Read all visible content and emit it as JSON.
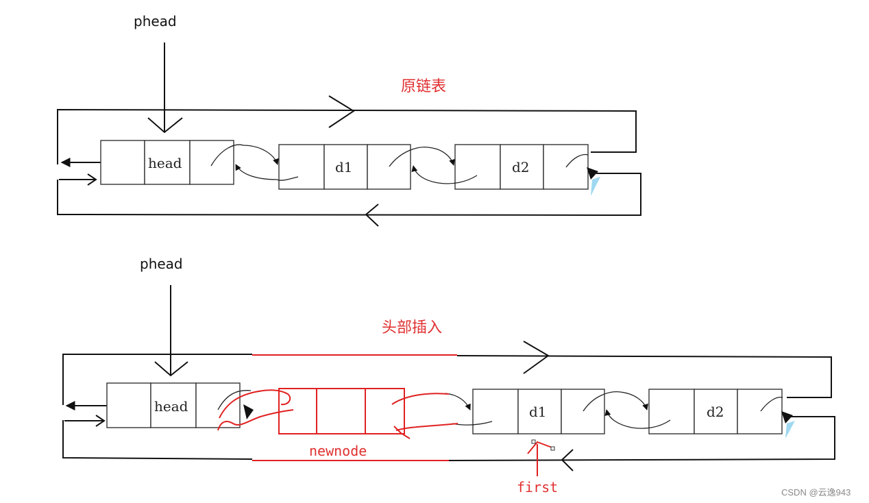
{
  "diagram1": {
    "pointer_label": "phead",
    "title": "原链表",
    "nodes": [
      "head",
      "d1",
      "d2"
    ]
  },
  "diagram2": {
    "pointer_label": "phead",
    "title": "头部插入",
    "nodes": [
      "head",
      "d1",
      "d2"
    ],
    "new_node_label": "newnode",
    "first_label": "first"
  },
  "watermark": "CSDN @云逸943",
  "colors": {
    "ink": "#111111",
    "red": "#e03030"
  }
}
